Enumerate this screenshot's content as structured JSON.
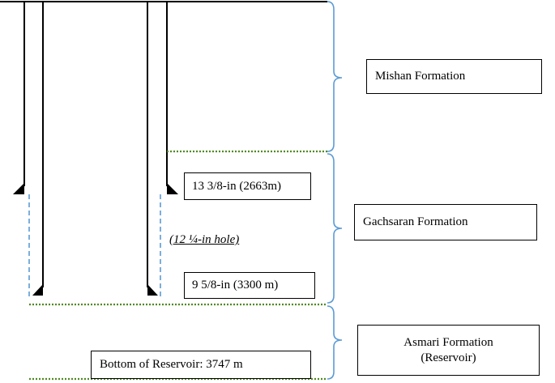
{
  "formations": {
    "mishan": "Mishan Formation",
    "gachsaran": "Gachsaran Formation",
    "asmari_line1": "Asmari Formation",
    "asmari_line2": "(Reservoir)"
  },
  "casings": {
    "casing_13": "13 3/8-in (2663m)",
    "casing_9": "9 5/8-in (3300 m)"
  },
  "hole_label": "(12 ¼-in hole)",
  "bottom_label": "Bottom of Reservoir: 3747 m",
  "colors": {
    "brace": "#5b9bd5",
    "boundary": "#4e8a1e",
    "liner": "#5b9bd5",
    "casing": "#000000"
  }
}
